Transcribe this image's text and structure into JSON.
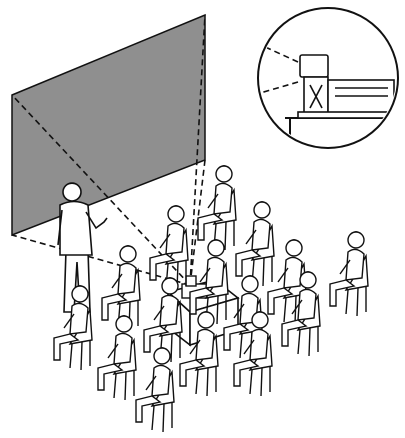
{
  "colors": {
    "screen_fill": "#8f8f8f",
    "line": "#111111",
    "paper": "#ffffff",
    "hair": "#111111"
  },
  "icons": {
    "projector": "projector-icon",
    "person": "person-icon",
    "chair": "chair-icon"
  },
  "audience": [
    {
      "row": 1,
      "count": 4
    },
    {
      "row": 2,
      "count": 4
    },
    {
      "row": 3,
      "count": 4
    },
    {
      "row": 4,
      "count": 3
    }
  ]
}
